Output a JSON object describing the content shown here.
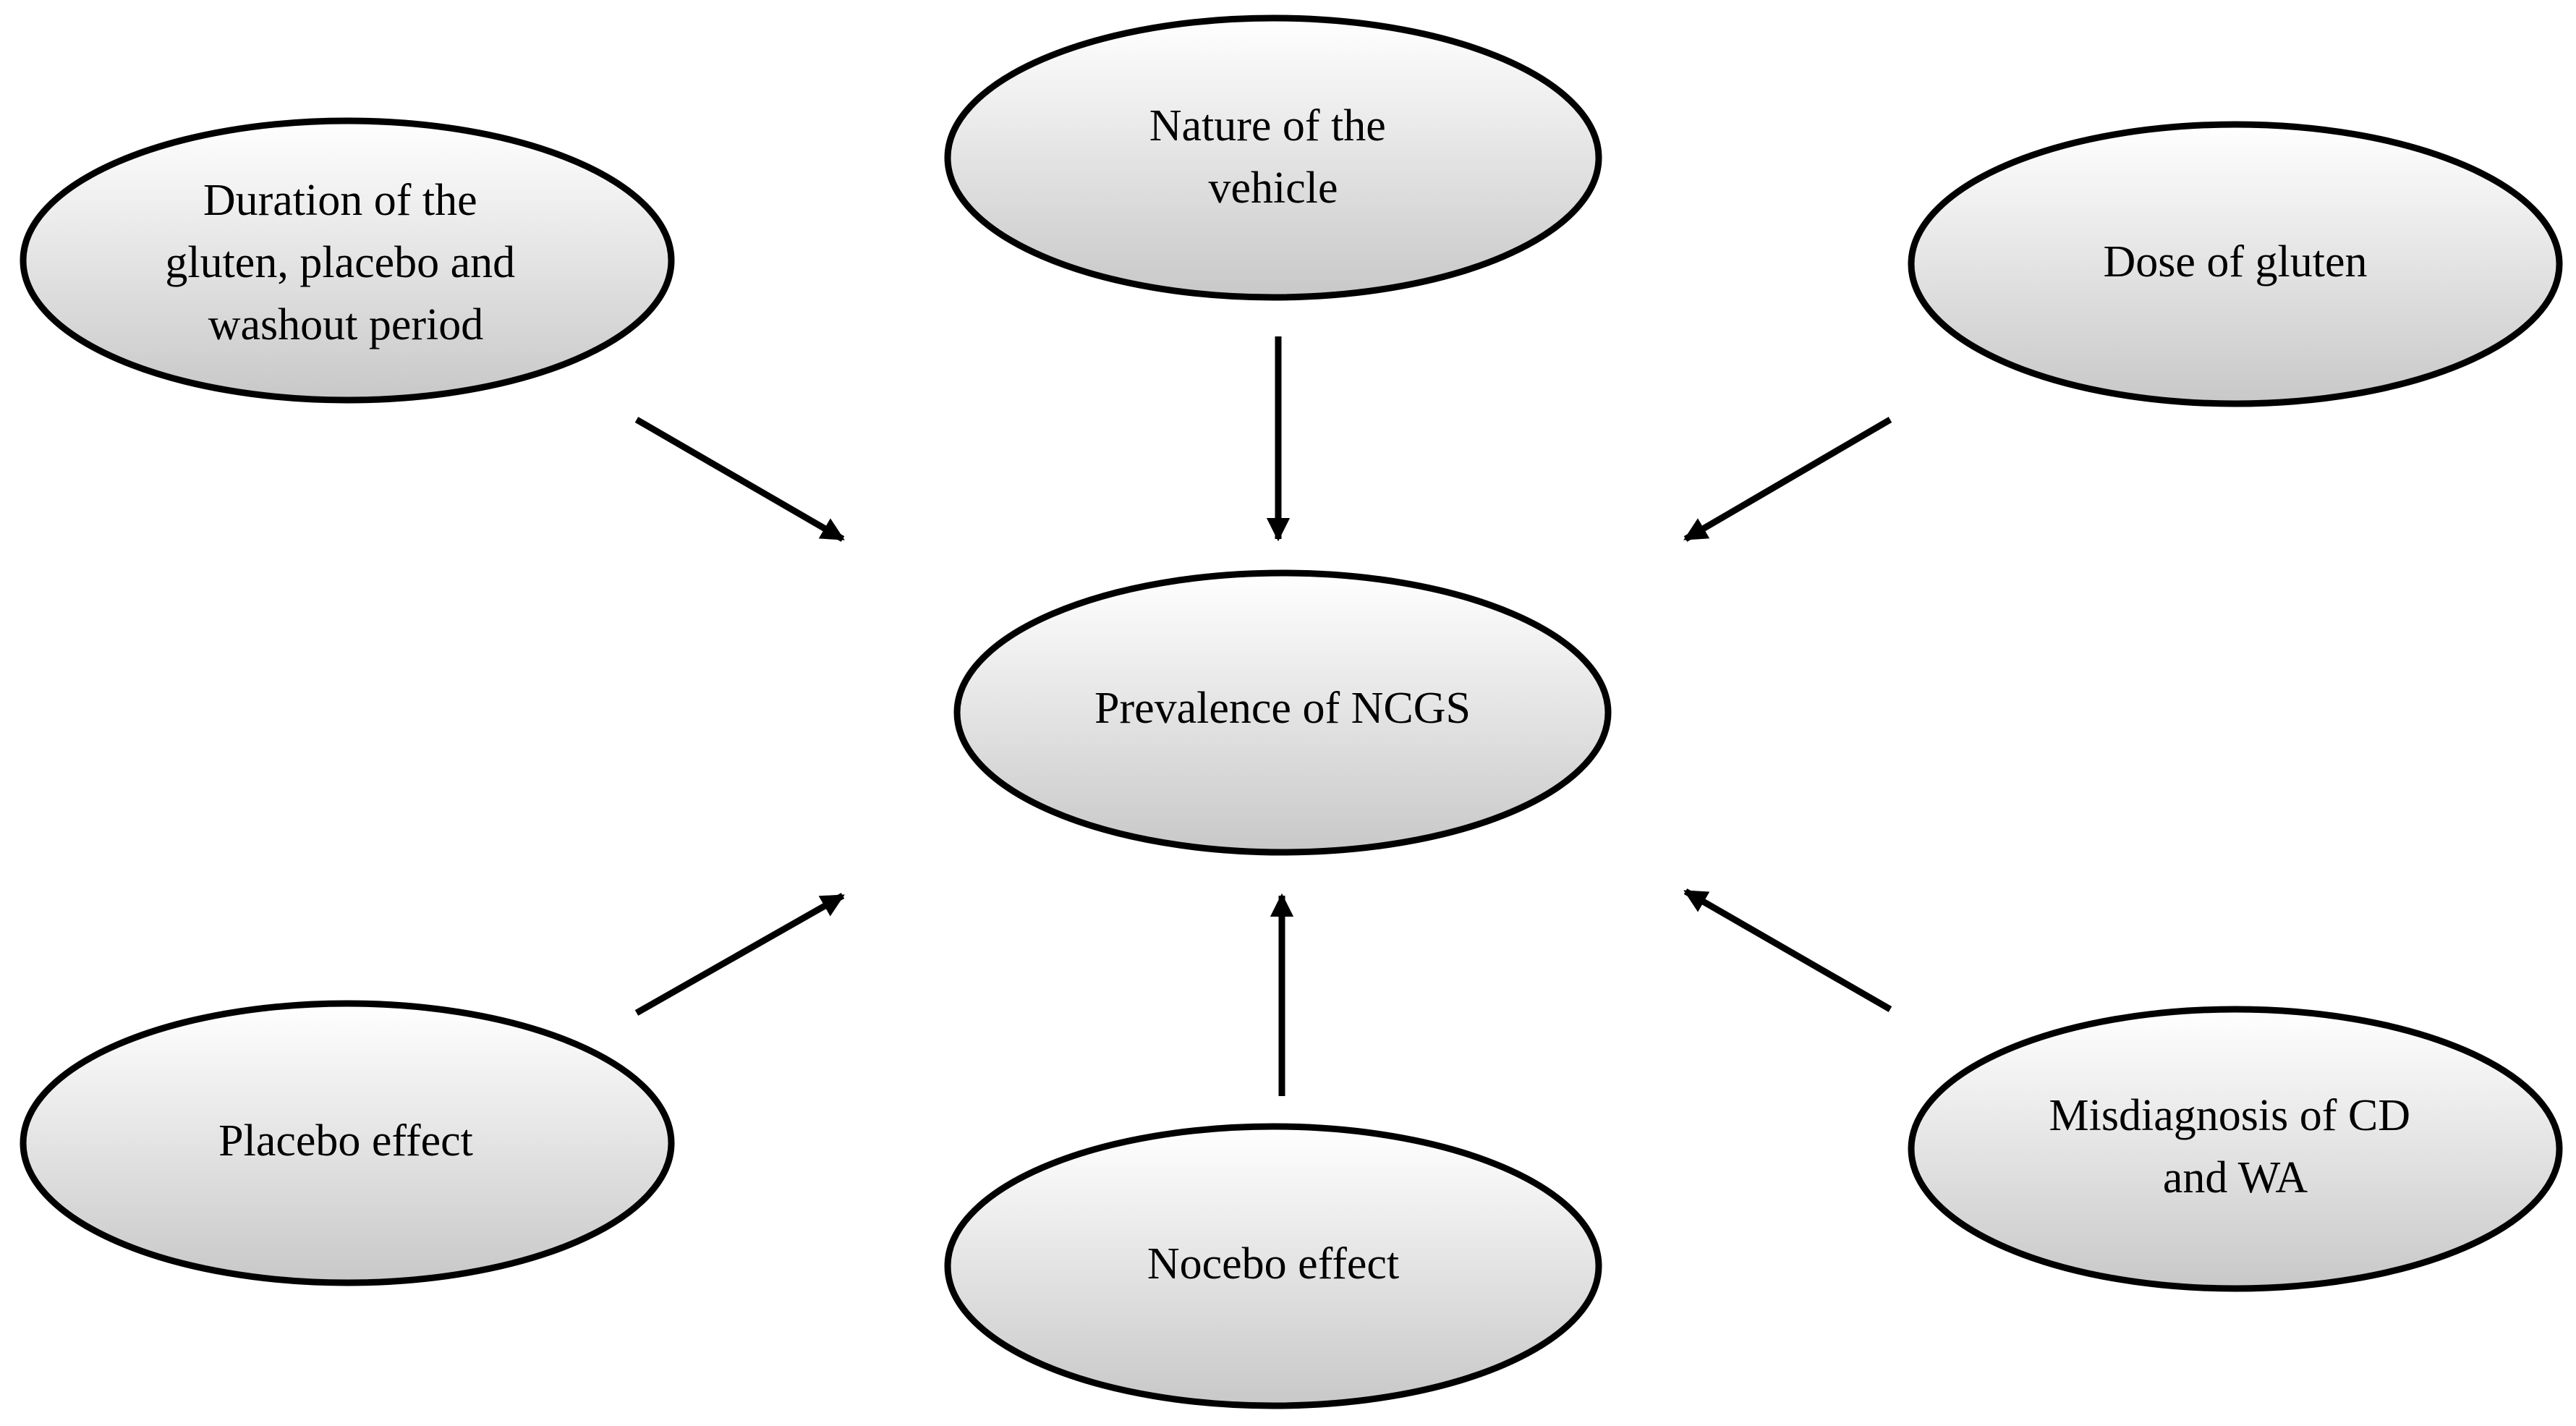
{
  "diagram": {
    "center": {
      "id": "prevalence",
      "lines": [
        "Prevalence of NCGS"
      ]
    },
    "factors": [
      {
        "id": "duration",
        "lines": [
          "Duration of the",
          "gluten, placebo and",
          "washout period"
        ]
      },
      {
        "id": "vehicle",
        "lines": [
          "Nature of the",
          "vehicle"
        ]
      },
      {
        "id": "dose",
        "lines": [
          "Dose of gluten"
        ]
      },
      {
        "id": "placebo",
        "lines": [
          "Placebo effect"
        ]
      },
      {
        "id": "nocebo",
        "lines": [
          "Nocebo effect"
        ]
      },
      {
        "id": "misdiagnosis",
        "lines": [
          "Misdiagnosis of CD",
          "and WA"
        ]
      }
    ],
    "edges": [
      {
        "from": "duration",
        "to": "prevalence"
      },
      {
        "from": "vehicle",
        "to": "prevalence"
      },
      {
        "from": "dose",
        "to": "prevalence"
      },
      {
        "from": "placebo",
        "to": "prevalence"
      },
      {
        "from": "nocebo",
        "to": "prevalence"
      },
      {
        "from": "misdiagnosis",
        "to": "prevalence"
      }
    ],
    "colors": {
      "ellipse_fill_top": "#ffffff",
      "ellipse_fill_bottom": "#c8c8c8",
      "stroke": "#000000"
    }
  }
}
